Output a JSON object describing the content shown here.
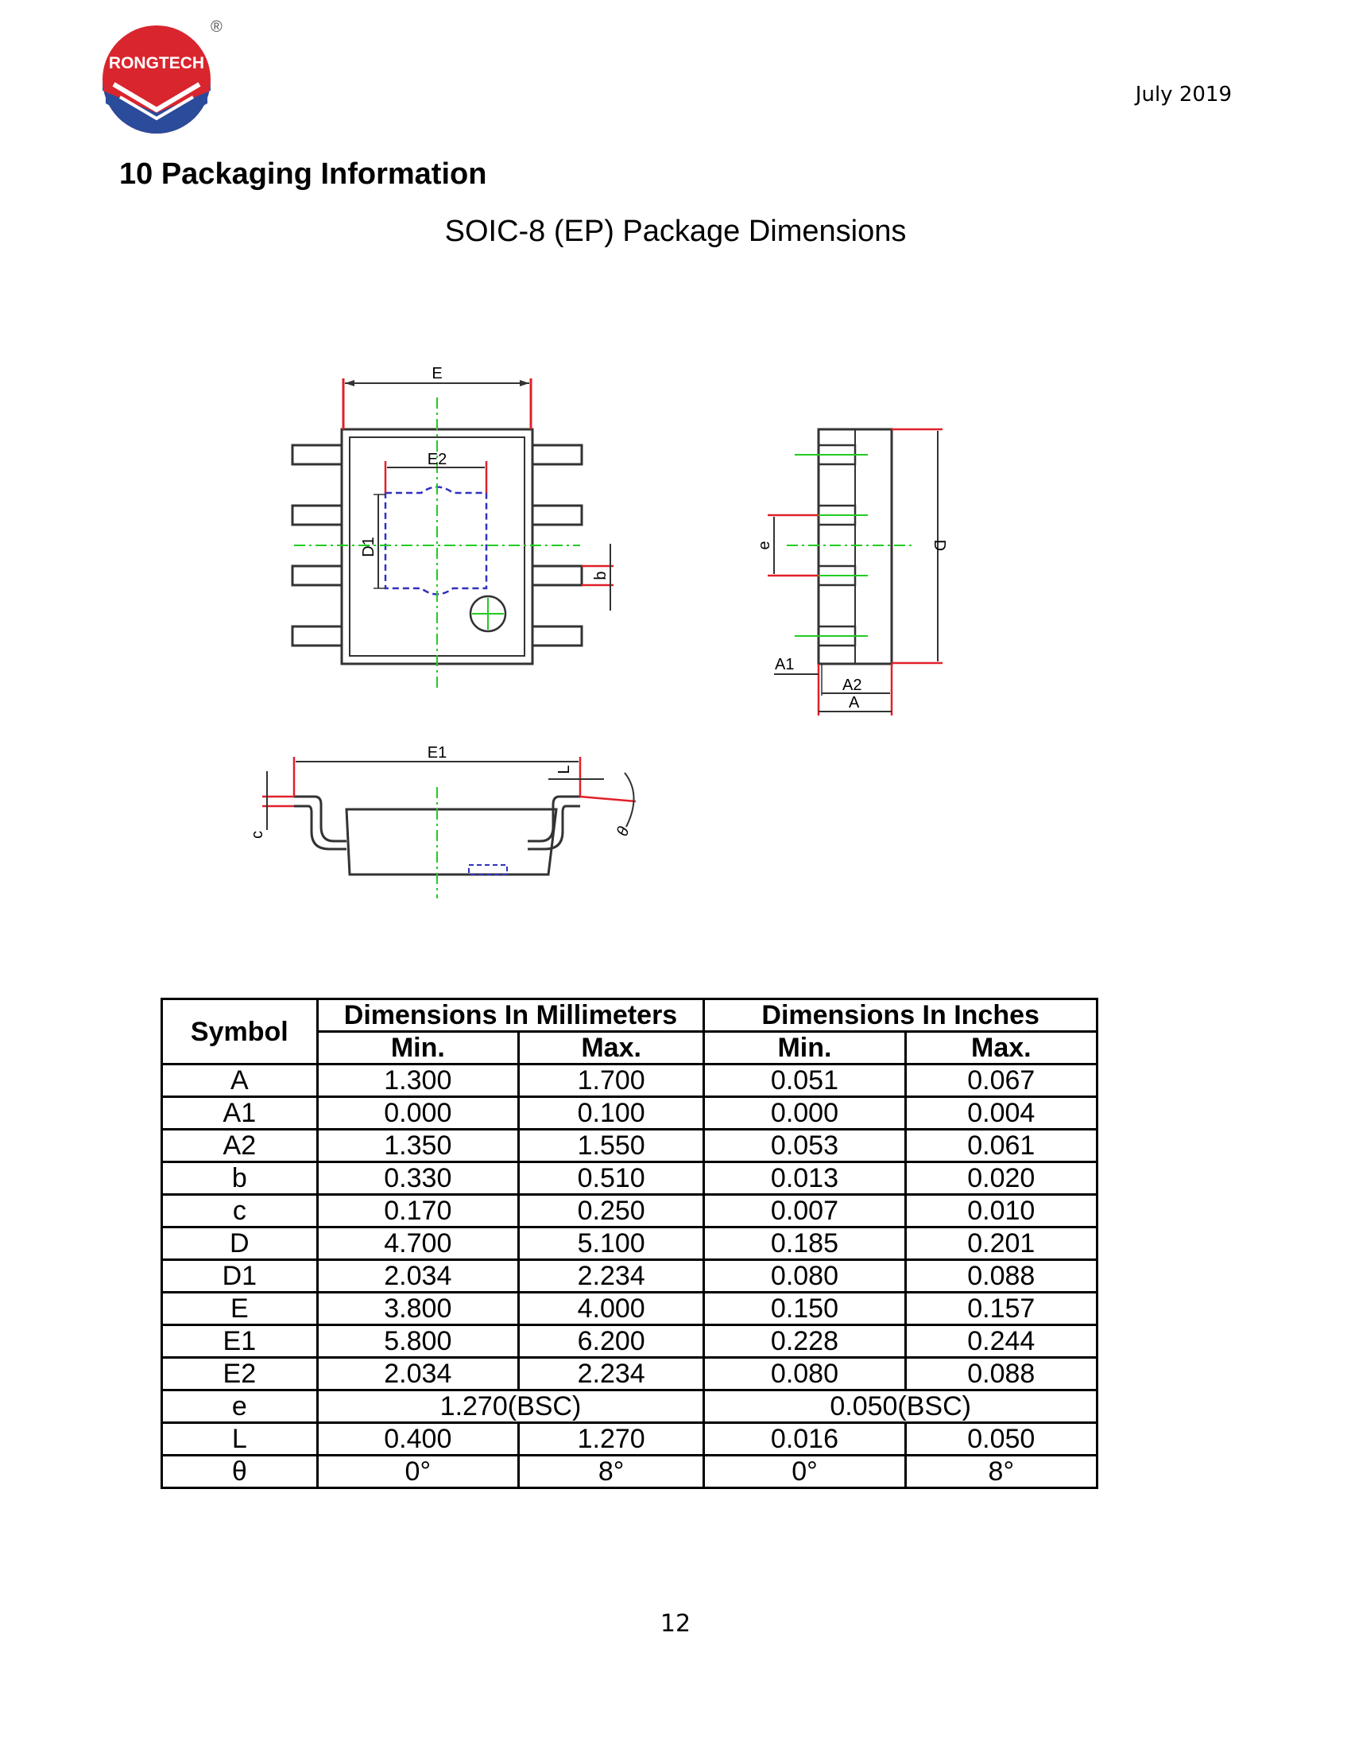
{
  "header": {
    "logo_text": "RONGTECH",
    "registered_mark": "®",
    "date": "July 2019"
  },
  "section_title": "10 Packaging Information",
  "subtitle": "SOIC-8 (EP) Package Dimensions",
  "drawing_labels": {
    "E": "E",
    "E2": "E2",
    "D1": "D1",
    "b": "b",
    "e": "e",
    "D": "D",
    "A1": "A1",
    "A2": "A2",
    "A": "A",
    "E1": "E1",
    "L": "L",
    "c": "c",
    "theta": "θ"
  },
  "table": {
    "symbol_header": "Symbol",
    "mm_header": "Dimensions In Millimeters",
    "in_header": "Dimensions In Inches",
    "min": "Min.",
    "max": "Max.",
    "rows": [
      {
        "symbol": "A",
        "mm_min": "1.300",
        "mm_max": "1.700",
        "in_min": "0.051",
        "in_max": "0.067"
      },
      {
        "symbol": "A1",
        "mm_min": "0.000",
        "mm_max": "0.100",
        "in_min": "0.000",
        "in_max": "0.004"
      },
      {
        "symbol": "A2",
        "mm_min": "1.350",
        "mm_max": "1.550",
        "in_min": "0.053",
        "in_max": "0.061"
      },
      {
        "symbol": "b",
        "mm_min": "0.330",
        "mm_max": "0.510",
        "in_min": "0.013",
        "in_max": "0.020"
      },
      {
        "symbol": "c",
        "mm_min": "0.170",
        "mm_max": "0.250",
        "in_min": "0.007",
        "in_max": "0.010"
      },
      {
        "symbol": "D",
        "mm_min": "4.700",
        "mm_max": "5.100",
        "in_min": "0.185",
        "in_max": "0.201"
      },
      {
        "symbol": "D1",
        "mm_min": "2.034",
        "mm_max": "2.234",
        "in_min": "0.080",
        "in_max": "0.088"
      },
      {
        "symbol": "E",
        "mm_min": "3.800",
        "mm_max": "4.000",
        "in_min": "0.150",
        "in_max": "0.157"
      },
      {
        "symbol": "E1",
        "mm_min": "5.800",
        "mm_max": "6.200",
        "in_min": "0.228",
        "in_max": "0.244"
      },
      {
        "symbol": "E2",
        "mm_min": "2.034",
        "mm_max": "2.234",
        "in_min": "0.080",
        "in_max": "0.088"
      }
    ],
    "row_e": {
      "symbol": "e",
      "mm": "1.270(BSC)",
      "in": "0.050(BSC)"
    },
    "rows_tail": [
      {
        "symbol": "L",
        "mm_min": "0.400",
        "mm_max": "1.270",
        "in_min": "0.016",
        "in_max": "0.050"
      },
      {
        "symbol": "θ",
        "mm_min": "0°",
        "mm_max": "8°",
        "in_min": "0°",
        "in_max": "8°"
      }
    ]
  },
  "page_number": "12",
  "colors": {
    "logo_red": "#d9252e",
    "logo_blue": "#2b4b9b",
    "dim_red": "#e0202a",
    "center_green": "#22cc22",
    "pad_blue": "#3030c0"
  }
}
